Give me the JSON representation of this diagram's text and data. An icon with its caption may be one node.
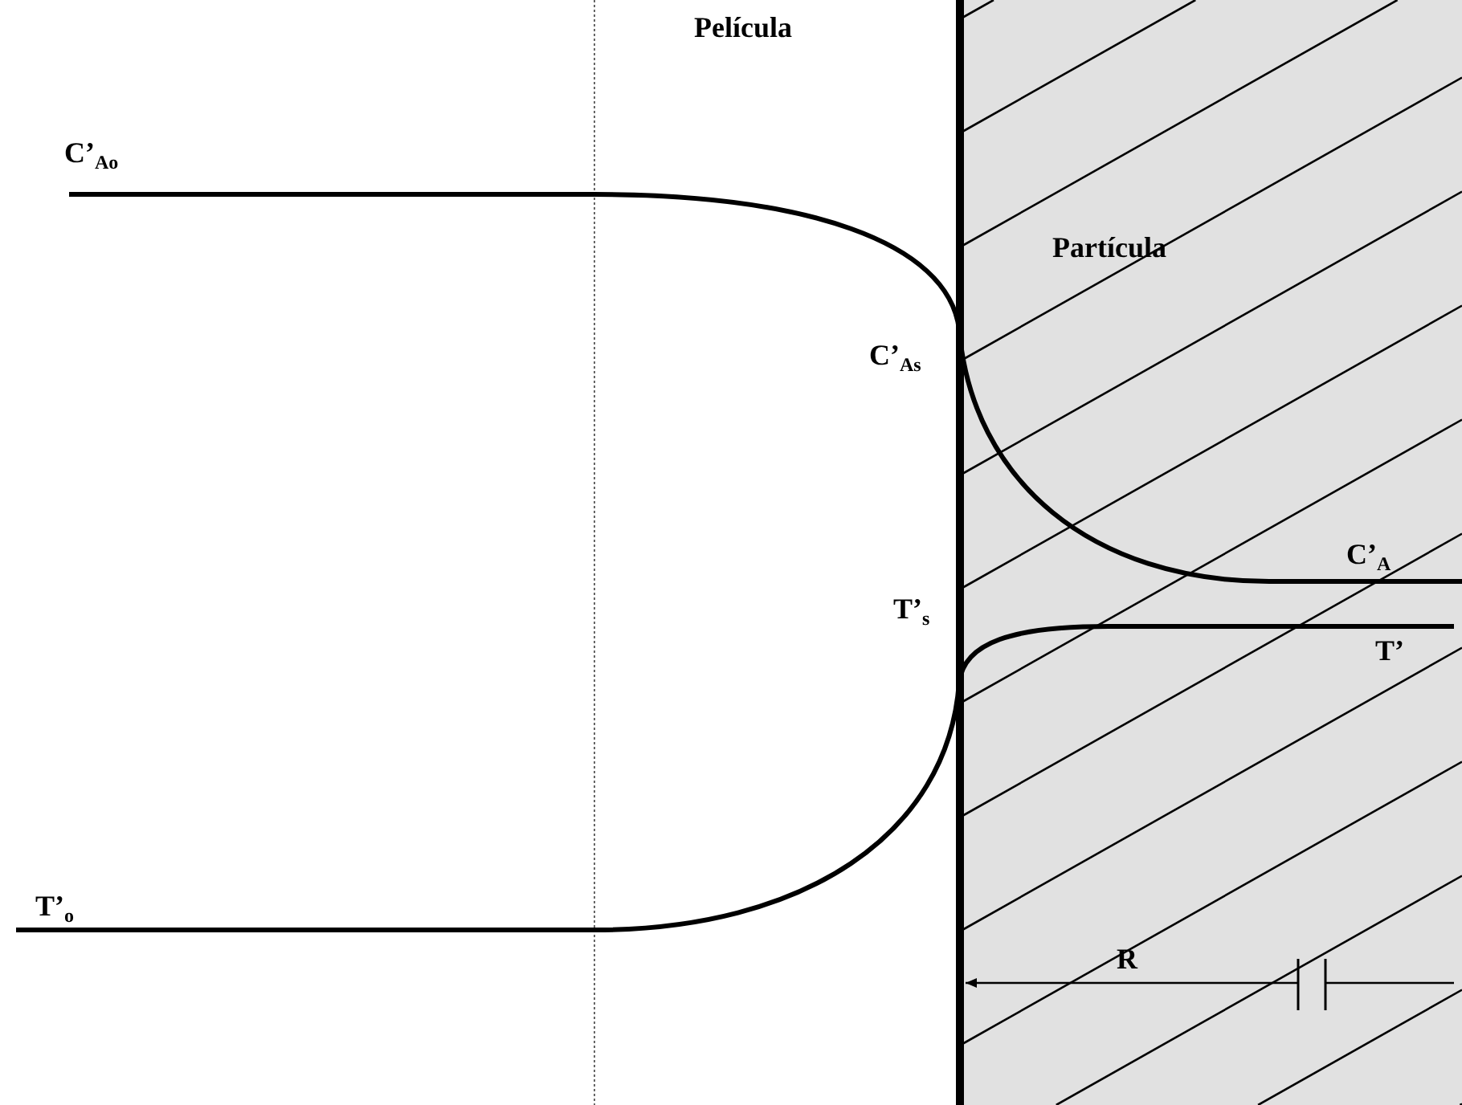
{
  "diagram": {
    "nodes": [
      {
        "text": [
          "Partícula"
        ]
      }
    ],
    "labels": [
      "Película",
      "C’$_{Ao}$",
      "C’$_{As}$",
      "C’$_{A}$",
      "T’",
      "T’$_{s}$",
      "T’$_{o}$",
      "R"
    ]
  }
}
